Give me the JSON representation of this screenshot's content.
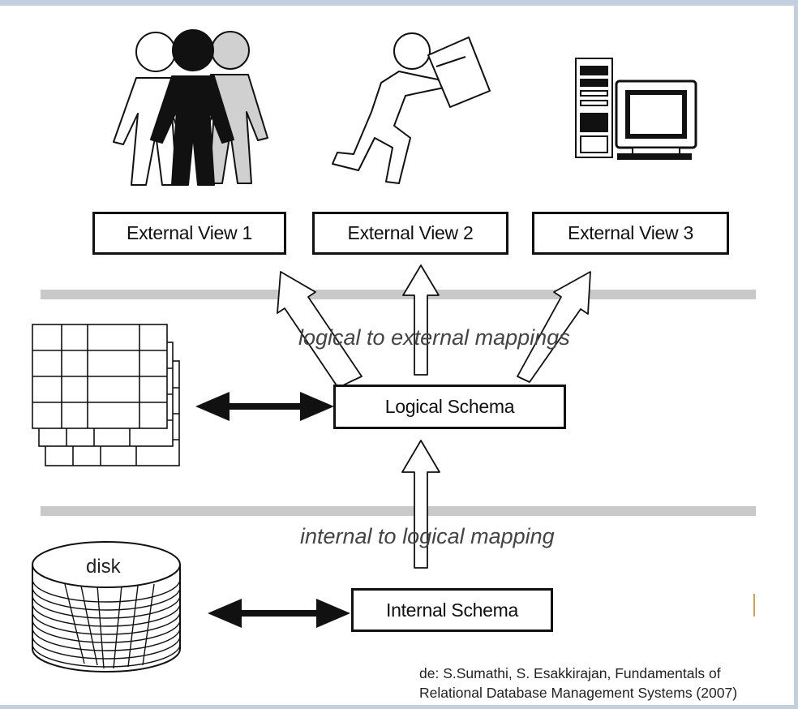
{
  "diagram": {
    "external_views": [
      "External View 1",
      "External View 2",
      "External View 3"
    ],
    "mapping_labels": {
      "logical_to_external": "logical to external mappings",
      "internal_to_logical": "internal to logical mapping"
    },
    "logical_schema": "Logical Schema",
    "internal_schema": "Internal Schema",
    "disk_label": "disk",
    "icons": [
      "people-group-icon",
      "person-carrying-document-icon",
      "desktop-computer-icon",
      "table-stack-icon",
      "disk-stack-icon"
    ]
  },
  "credit": {
    "line1": "de: S.Sumathi, S. Esakkirajan, Fundamentals of",
    "line2": "Relational Database Management Systems (2007)"
  }
}
